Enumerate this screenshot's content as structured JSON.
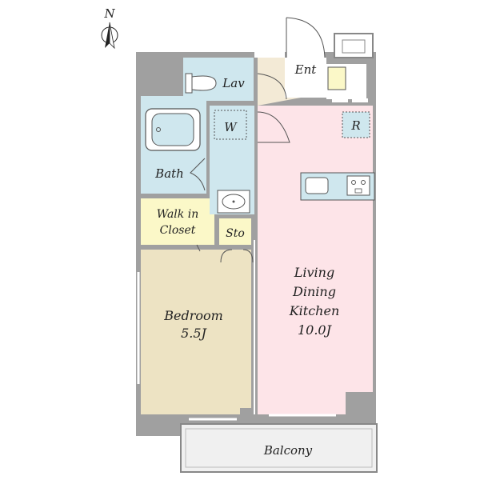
{
  "compass": {
    "label": "N",
    "icon": "north-arrow-icon"
  },
  "rooms": {
    "lav": {
      "label": "Lav"
    },
    "ent": {
      "label": "Ent"
    },
    "w": {
      "label": "W"
    },
    "bath": {
      "label": "Bath"
    },
    "r": {
      "label": "R"
    },
    "walk_in_closet": {
      "line1": "Walk in",
      "line2": "Closet"
    },
    "sto": {
      "label": "Sto"
    },
    "bedroom": {
      "line1": "Bedroom",
      "line2": "5.5J"
    },
    "ldk": {
      "line1": "Living",
      "line2": "Dining",
      "line3": "Kitchen",
      "line4": "10.0J"
    },
    "balcony": {
      "label": "Balcony"
    }
  },
  "colors": {
    "wall": "#a0a0a0",
    "wet_area": "#cfe7ee",
    "closet": "#fbf8c8",
    "bedroom": "#ede3c3",
    "ldk": "#fde4e8",
    "entrance": "#f3ead6",
    "balcony": "#f0f0f0"
  }
}
